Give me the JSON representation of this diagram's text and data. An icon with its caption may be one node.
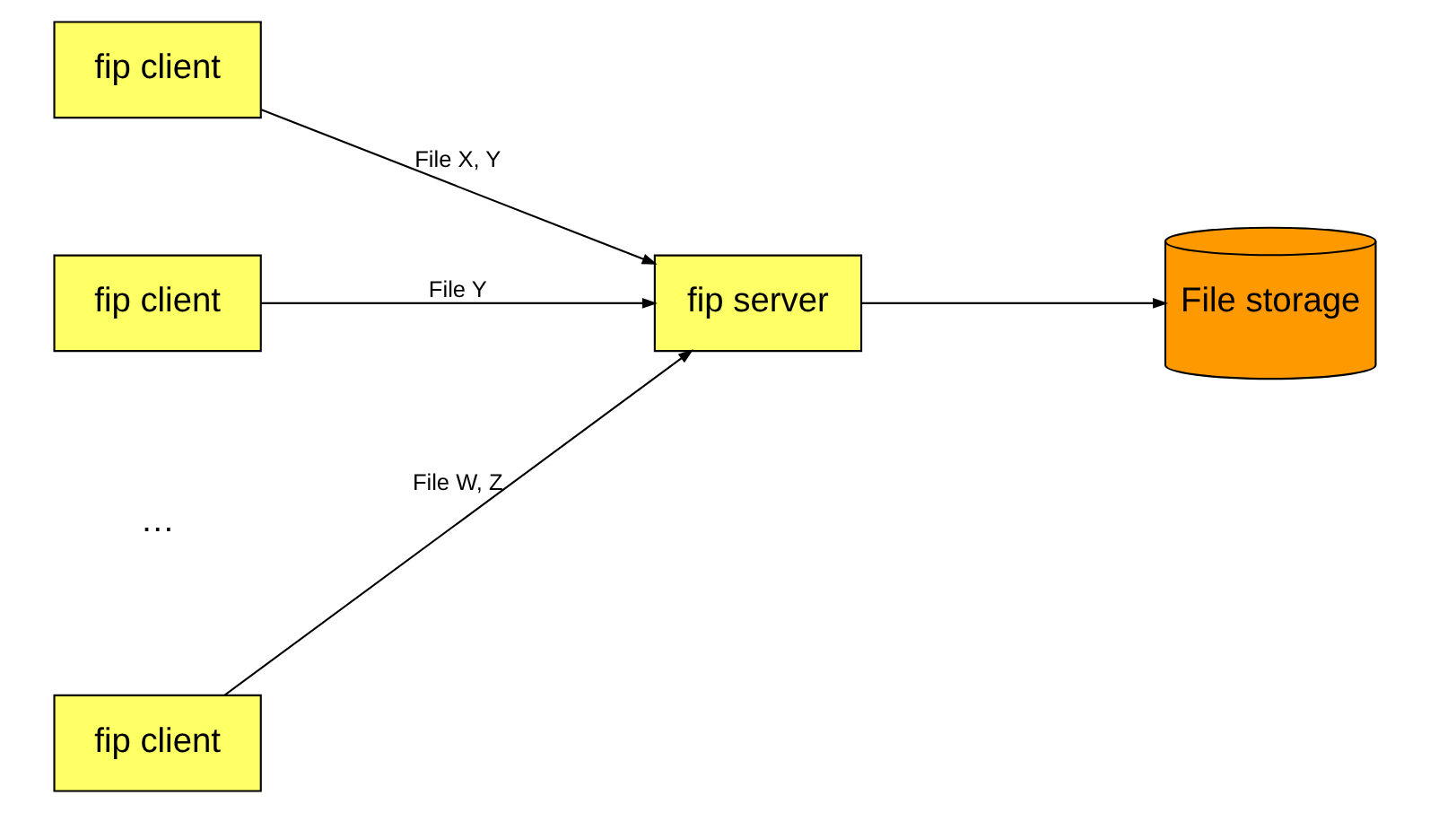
{
  "diagram": {
    "nodes": [
      {
        "text": [
          "fip client"
        ]
      },
      {
        "text": [
          "fip client"
        ]
      },
      {
        "text": [
          "fip client"
        ]
      },
      {
        "text": [
          "fip server"
        ]
      },
      {
        "text": [
          "File storage"
        ]
      }
    ],
    "edges": [
      {
        "from": 0,
        "to": 3,
        "arrow": "to",
        "label": "File X, Y"
      },
      {
        "from": 1,
        "to": 3,
        "arrow": "to",
        "label": "File Y"
      },
      {
        "from": 2,
        "to": 3,
        "arrow": "to",
        "label": "File W, Z"
      },
      {
        "from": 3,
        "to": 4,
        "arrow": "to"
      }
    ],
    "labels": [
      "…"
    ]
  }
}
